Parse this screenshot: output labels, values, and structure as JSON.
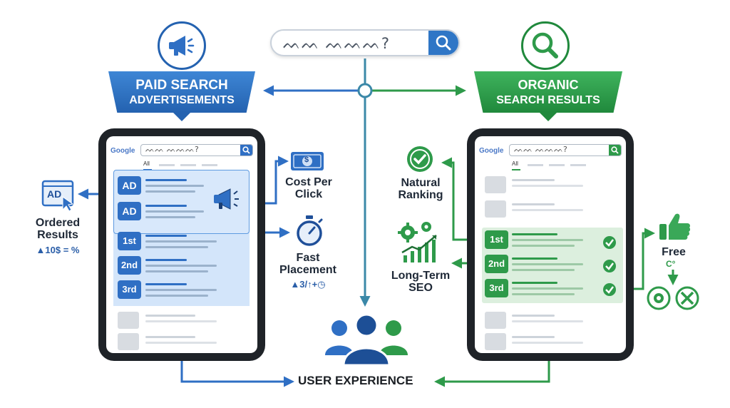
{
  "search": {
    "query": "ᨓᨓ ᨓᨓᨓ?"
  },
  "paid": {
    "title_line1": "PAID SEARCH",
    "title_line2": "ADVERTISEMENTS",
    "tablet": {
      "logo": "Google",
      "query": "ᨓᨓ ᨓᨓᨓ?",
      "tab": "All",
      "ad_tags": [
        "AD",
        "AD"
      ],
      "rank_tags": [
        "1st",
        "2nd",
        "3rd"
      ]
    },
    "ordered": {
      "line1": "Ordered",
      "line2": "Results",
      "sub": "▲10$ = %",
      "icon_text": "AD"
    },
    "cost": {
      "line1": "Cost Per",
      "line2": "Click",
      "icon_text": "$"
    },
    "fast": {
      "line1": "Fast",
      "line2": "Placement",
      "sub": "▲3/↑+◷"
    }
  },
  "organic": {
    "title_line1": "ORGANIC",
    "title_line2": "SEARCH RESULTS",
    "tablet": {
      "logo": "Google",
      "query": "ᨓᨓ ᨓᨓᨓ?",
      "tab": "All",
      "rank_tags": [
        "1st",
        "2nd",
        "3rd"
      ]
    },
    "natural": {
      "line1": "Natural",
      "line2": "Ranking"
    },
    "longterm": {
      "line1": "Long-Term",
      "line2": "SEO"
    },
    "free": {
      "label": "Free",
      "mark": "C°"
    }
  },
  "footer": {
    "label": "USER EXPERIENCE"
  },
  "colors": {
    "paid_blue": "#2f6fc4",
    "organic_green": "#2e9a4a",
    "wire_teal": "#3b88a8"
  },
  "icons": {
    "paid": "megaphone-icon",
    "organic": "magnifier-icon",
    "search": "search-icon",
    "cost": "money-bill-icon",
    "fast": "stopwatch-icon",
    "natural": "check-circle-icon",
    "longterm": "gears-chart-icon",
    "free": "thumbs-up-icon",
    "users": "users-icon"
  }
}
